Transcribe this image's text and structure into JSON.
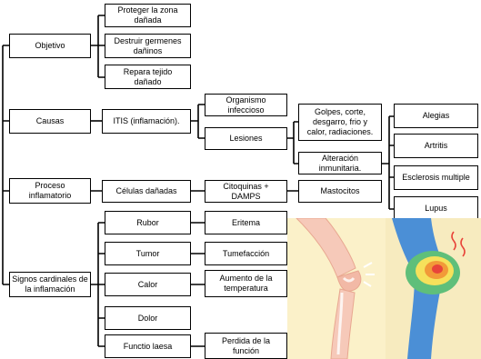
{
  "nodes": {
    "objetivo": "Objetivo",
    "proteger": "Proteger la zona\ndañada",
    "destruir": "Destruir germenes\ndañinos",
    "repara": "Repara tejido\ndañado",
    "causas": "Causas",
    "itis": "ITIS (inflamación).",
    "organismo": "Organismo\ninfeccioso",
    "lesiones": "Lesiones",
    "golpes": "Golpes, corte,\ndesgarro, frio y\ncalor, radiaciones.",
    "alteracion": "Alteración\ninmunitaria.",
    "alergias": "Alegias",
    "artritis": "Artritis",
    "esclerosis": "Esclerosis multiple",
    "lupus": "Lupus",
    "proceso": "Proceso\ninflamatorio",
    "celulas": "Células dañadas",
    "citoquinas": "Citoquinas +\nDAMPS",
    "mastocitos": "Mastocitos",
    "signos": "Signos cardinales de\nla inflamación",
    "rubor": "Rubor",
    "eritema": "Eritema",
    "tumor": "Tumor",
    "tumefaccion": "Tumefacción",
    "calor": "Calor",
    "aumento": "Aumento de la\ntemperatura",
    "dolor": "Dolor",
    "functio": "Functio laesa",
    "perdida": "Perdida de la\nfunción"
  },
  "colors": {
    "line": "#000000",
    "illustration_bg": "#fbf1c9",
    "skin": "#f6c9b9",
    "hot_red": "#e8443a",
    "hot_orange": "#f29a38",
    "hot_yellow": "#f6e15b",
    "cool_green": "#5fbf7a",
    "cool_blue": "#4b8fd6"
  }
}
